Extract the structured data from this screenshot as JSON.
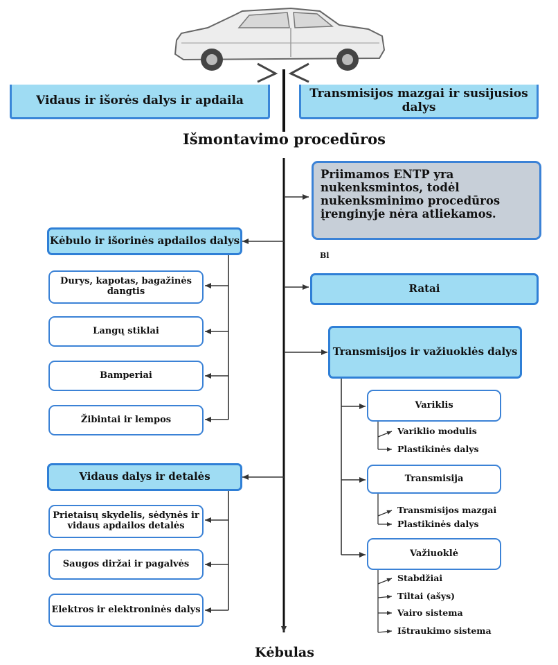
{
  "top_boxes": {
    "left": "Vidaus ir išorės dalys ir apdaila",
    "right": "Transmisijos mazgai ir susijusios dalys"
  },
  "main_title": "Išmontavimo procedūros",
  "bottom_label": "Kėbulas",
  "note_box": "Priimamos ENTP yra nukenksmintos, todėl nukenksminimo procedūros įrenginyje nėra atliekamos.",
  "note_fragment": "Bl",
  "left": {
    "group1": {
      "header": "Kėbulo ir išorinės apdailos dalys",
      "items": [
        "Durys, kapotas, bagažinės dangtis",
        "Langų stiklai",
        "Bamperiai",
        "Žibintai ir lempos"
      ]
    },
    "group2": {
      "header": "Vidaus dalys ir detalės",
      "items": [
        "Prietaisų skydelis, sėdynės ir vidaus apdailos detalės",
        "Saugos diržai ir pagalvės",
        "Elektros ir elektroninės dalys"
      ]
    }
  },
  "right": {
    "wheels": "Ratai",
    "transmission_header": "Transmisijos ir važiuoklės dalys",
    "engine": {
      "label": "Variklis",
      "subs": [
        "Variklio modulis",
        "Plastikinės dalys"
      ]
    },
    "transmission": {
      "label": "Transmisija",
      "subs": [
        "Transmisijos mazgai",
        "Plastikinės dalys"
      ]
    },
    "chassis": {
      "label": "Važiuoklė",
      "subs": [
        "Stabdžiai",
        "Tiltai (ašys)",
        "Vairo sistema",
        "Ištraukimo sistema"
      ]
    }
  },
  "colors": {
    "box_fill": "#9fdcf3",
    "box_border": "#2f7fd6",
    "note_fill": "#c7cfd8",
    "line": "#333333"
  }
}
